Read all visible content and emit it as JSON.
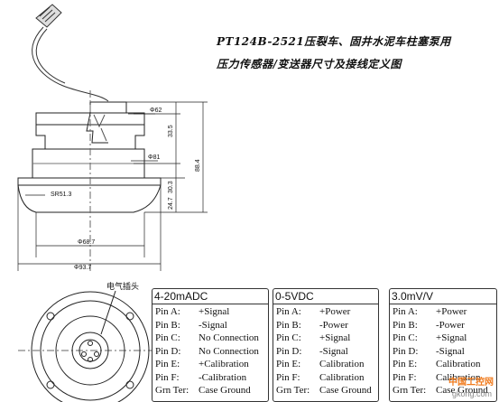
{
  "title": {
    "line1": "PT124B-2521压裂车、固井水泥车柱塞泵用",
    "line2": "压力传感器/变送器尺寸及接线定义图"
  },
  "dimensions": {
    "dia62": "Φ62",
    "dia81": "Φ81",
    "sr": "SR51.3",
    "dia68": "Φ68.7",
    "dia93": "Φ93.7",
    "h33": "33.5",
    "h30": "30.3",
    "h24": "24.7",
    "h88": "88.4"
  },
  "connector_label": "电气插头",
  "tables": [
    {
      "header": "4-20mADC",
      "rows": [
        {
          "pin": "Pin A:",
          "desc": "+Signal"
        },
        {
          "pin": "Pin B:",
          "desc": "-Signal"
        },
        {
          "pin": "Pin C:",
          "desc": "No Connection"
        },
        {
          "pin": "Pin D:",
          "desc": "No Connection"
        },
        {
          "pin": "Pin E:",
          "desc": "+Calibration"
        },
        {
          "pin": "Pin F:",
          "desc": "-Calibration"
        },
        {
          "pin": "Grn Ter:",
          "desc": "Case Ground"
        }
      ]
    },
    {
      "header": "0-5VDC",
      "rows": [
        {
          "pin": "Pin A:",
          "desc": "+Power"
        },
        {
          "pin": "Pin B:",
          "desc": "-Power"
        },
        {
          "pin": "Pin C:",
          "desc": "+Signal"
        },
        {
          "pin": "Pin D:",
          "desc": "-Signal"
        },
        {
          "pin": "Pin E:",
          "desc": "Calibration"
        },
        {
          "pin": "Pin F:",
          "desc": "Calibration"
        },
        {
          "pin": "Grn Ter:",
          "desc": "Case Ground"
        }
      ]
    },
    {
      "header": "3.0mV/V",
      "rows": [
        {
          "pin": "Pin A:",
          "desc": "+Power"
        },
        {
          "pin": "Pin B:",
          "desc": "-Power"
        },
        {
          "pin": "Pin C:",
          "desc": "+Signal"
        },
        {
          "pin": "Pin D:",
          "desc": "-Signal"
        },
        {
          "pin": "Pin E:",
          "desc": "Calibration"
        },
        {
          "pin": "Pin F:",
          "desc": "Calibration"
        },
        {
          "pin": "Grn Ter:",
          "desc": "Case Ground"
        }
      ]
    }
  ],
  "watermark": {
    "line1": "中国工控网",
    "line2": "gkong.com"
  }
}
